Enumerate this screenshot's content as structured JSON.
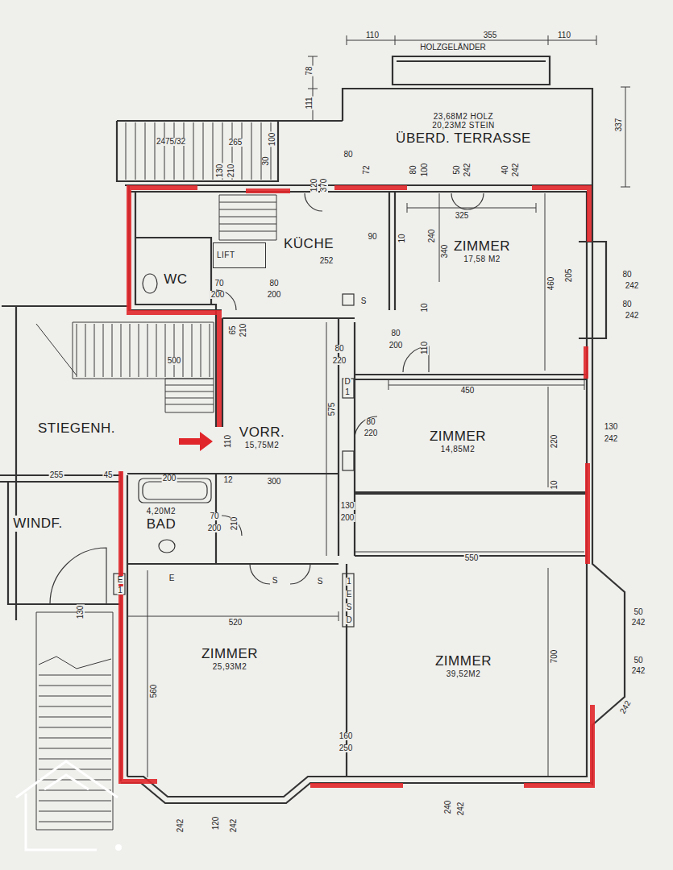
{
  "diagram": {
    "nodes": [
      {
        "text": [
          "23,68M2 HOLZ",
          "20,23M2 STEIN",
          "ÜBERD. TERRASSE"
        ]
      },
      {
        "text": [
          "KÜCHE"
        ]
      },
      {
        "text": [
          "LIFT"
        ]
      },
      {
        "text": [
          "WC"
        ]
      },
      {
        "text": [
          "ZIMMER",
          "17,58 M2"
        ]
      },
      {
        "text": [
          "STIEGENH."
        ]
      },
      {
        "text": [
          "VORR.",
          "15,75M2"
        ]
      },
      {
        "text": [
          "ZIMMER",
          "14,85M2"
        ]
      },
      {
        "text": [
          "4,20M2",
          "BAD"
        ]
      },
      {
        "text": [
          "WINDF."
        ]
      },
      {
        "text": [
          "ZIMMER",
          "25,93M2"
        ]
      },
      {
        "text": [
          "ZIMMER",
          "39,52M2"
        ]
      }
    ],
    "labels": [
      "110",
      "355",
      "110",
      "HOLZGELÄNDER",
      "78",
      "111",
      "337",
      "100",
      "265",
      "2475/32",
      "80",
      "30",
      "130",
      "210",
      "120",
      "370",
      "72",
      "80",
      "100",
      "50",
      "242",
      "40",
      "242",
      "325",
      "90",
      "252",
      "10",
      "240",
      "340",
      "460",
      "205",
      "80",
      "242",
      "80",
      "242",
      "70",
      "200",
      "80",
      "200",
      "65",
      "210",
      "S",
      "80",
      "200",
      "110",
      "10",
      "500",
      "80",
      "220",
      "D",
      "1",
      "450",
      "575",
      "80",
      "220",
      "220",
      "130",
      "242",
      "110",
      "255",
      "45",
      "200",
      "12",
      "300",
      "10",
      "70",
      "200",
      "210",
      "130",
      "200",
      "550",
      "130",
      "E",
      "1",
      "E",
      "S",
      "S",
      "1",
      "E",
      "S",
      "D",
      "520",
      "560",
      "700",
      "160",
      "250",
      "50",
      "242",
      "50",
      "242",
      "242",
      "242",
      "120",
      "242",
      "240",
      "242"
    ]
  }
}
